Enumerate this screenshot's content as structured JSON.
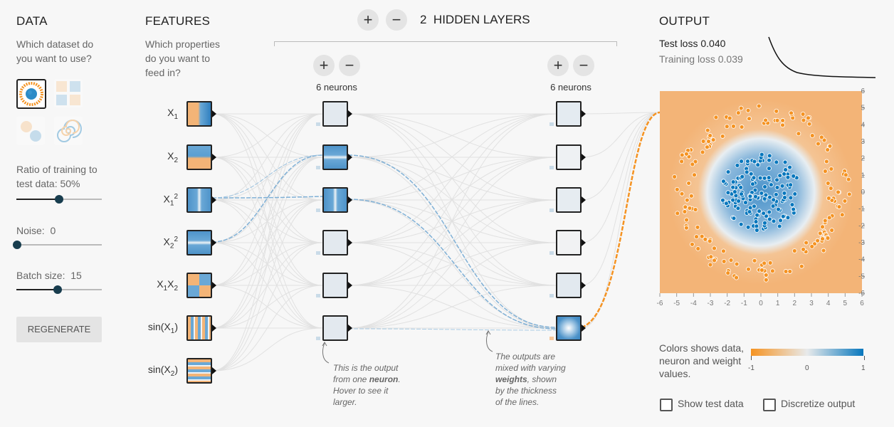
{
  "data_panel": {
    "title": "DATA",
    "subtitle": "Which dataset do you want to use?",
    "ratio_label": "Ratio of training to test data:",
    "ratio_value": "50%",
    "ratio_fraction": 0.5,
    "noise_label": "Noise:",
    "noise_value": "0",
    "noise_fraction": 0.0,
    "batch_label": "Batch size:",
    "batch_value": "15",
    "batch_fraction": 0.5,
    "regenerate": "REGENERATE"
  },
  "features_panel": {
    "title": "FEATURES",
    "subtitle": "Which properties do you want to feed in?",
    "features": [
      {
        "base": "X",
        "sub": "1",
        "sup": ""
      },
      {
        "base": "X",
        "sub": "2",
        "sup": ""
      },
      {
        "base": "X",
        "sub": "1",
        "sup": "2"
      },
      {
        "base": "X",
        "sub": "2",
        "sup": "2"
      },
      {
        "base": "X",
        "sub": "1",
        "sup": "",
        "base2": "X",
        "sub2": "2"
      },
      {
        "base": "sin(X",
        "sub": "1",
        "sup": "",
        "tail": ")"
      },
      {
        "base": "sin(X",
        "sub": "2",
        "sup": "",
        "tail": ")"
      }
    ]
  },
  "network": {
    "plus": "+",
    "minus": "−",
    "hidden_layers_count": "2",
    "hidden_layers_label": "HIDDEN LAYERS",
    "layer1_neurons": "6 neurons",
    "layer2_neurons": "6 neurons",
    "note_neuron_1": "This is the output",
    "note_neuron_2": "from one",
    "note_neuron_bold": "neuron",
    "note_neuron_3": ". Hover to see it",
    "note_neuron_4": "larger.",
    "note_weights_1": "The outputs are",
    "note_weights_2": "mixed with varying",
    "note_weights_bold": "weights",
    "note_weights_3": ", shown",
    "note_weights_4": "by the thickness",
    "note_weights_5": "of the lines."
  },
  "output_panel": {
    "title": "OUTPUT",
    "test_loss_label": "Test loss",
    "test_loss": "0.040",
    "training_loss_label": "Training loss",
    "training_loss": "0.039",
    "x_ticks": [
      "-6",
      "-5",
      "-4",
      "-3",
      "-2",
      "-1",
      "0",
      "1",
      "2",
      "3",
      "4",
      "5",
      "6"
    ],
    "y_ticks": [
      "6",
      "5",
      "4",
      "3",
      "2",
      "1",
      "0",
      "-1",
      "-2",
      "-3",
      "-4",
      "-5",
      "-6"
    ],
    "legend_text": "Colors shows data, neuron and weight values.",
    "legend_min": "-1",
    "legend_mid": "0",
    "legend_max": "1",
    "show_test_data": "Show test data",
    "discretize_output": "Discretize output"
  },
  "colors": {
    "orange": "#f59322",
    "blue": "#0877bd",
    "ink": "#183d4e"
  }
}
